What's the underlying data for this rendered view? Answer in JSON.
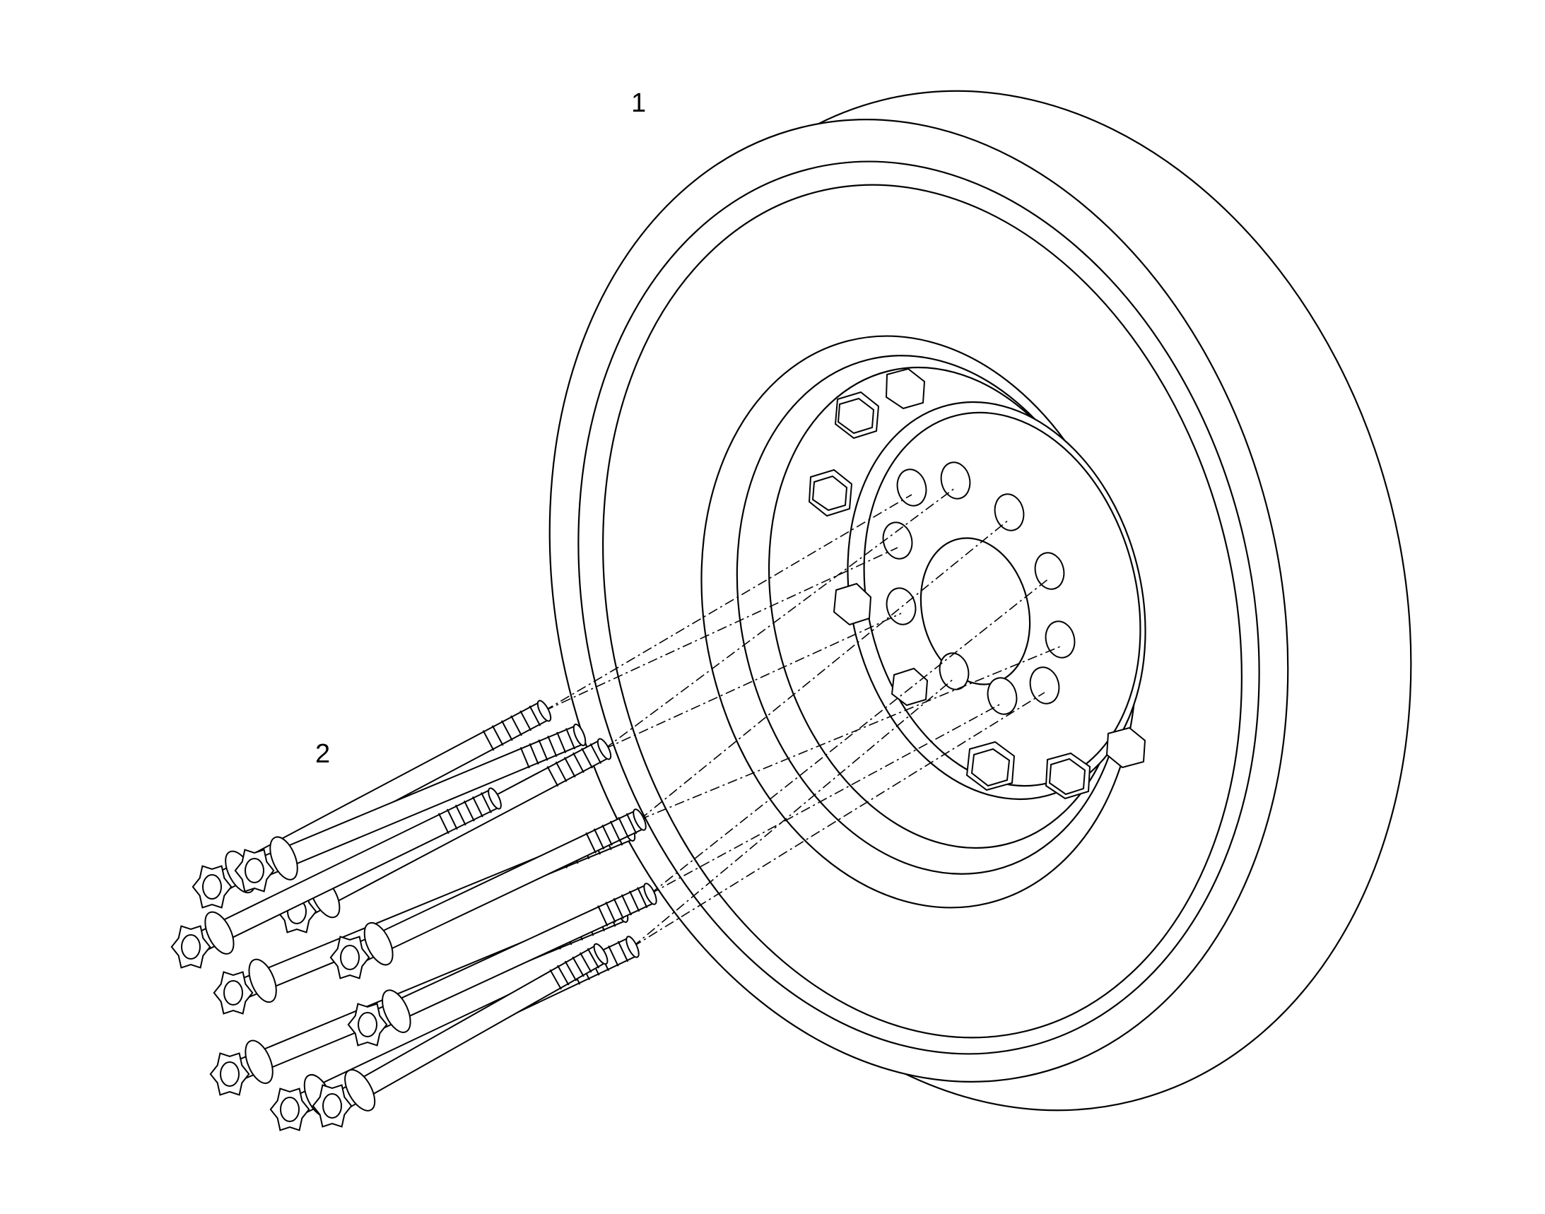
{
  "diagram": {
    "callouts": [
      {
        "id": "1",
        "label": "1",
        "part": "flywheel"
      },
      {
        "id": "2",
        "label": "2",
        "part": "bolts"
      }
    ],
    "line_color": "#000000",
    "background": "#ffffff"
  }
}
